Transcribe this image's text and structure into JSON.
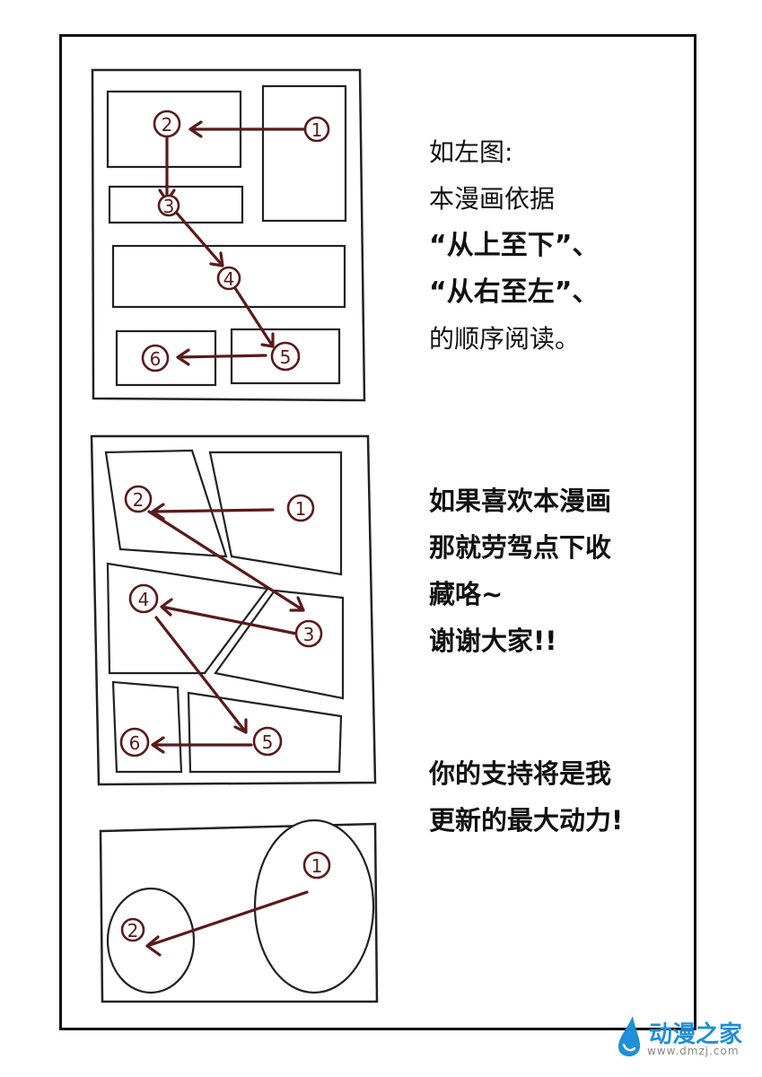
{
  "text1": {
    "line1": "如左图:",
    "line2": "本漫画依据",
    "line3": "“从上至下”、",
    "line4": "“从右至左”、",
    "line5": "的顺序阅读。"
  },
  "text2": {
    "line1": "如果喜欢本漫画",
    "line2": "那就劳驾点下收",
    "line3": "藏咯~",
    "line4": "谢谢大家!!"
  },
  "text3": {
    "line1": "你的支持将是我",
    "line2": "更新的最大动力!"
  },
  "diagram_numbers": [
    "1",
    "2",
    "3",
    "4",
    "5",
    "6"
  ],
  "watermark": {
    "name": "动漫之家",
    "url": "www.dmzj.com"
  },
  "colors": {
    "arrow": "#5a1a1a",
    "watermark": "#1e8fd8"
  }
}
